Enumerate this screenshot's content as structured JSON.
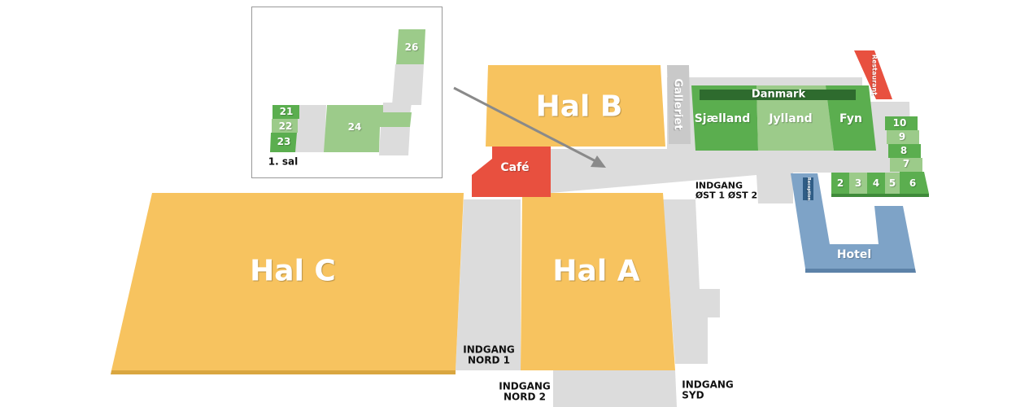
{
  "colors": {
    "hall": "#F7C35F",
    "hall_shadow": "#D9A640",
    "corridor": "#DCDCDC",
    "cafe": "#E8503F",
    "green": "#5BAE4F",
    "green_light": "#9CCB8A",
    "green_dark": "#2E6B2E",
    "hotel": "#7EA3C7",
    "reception": "#2F5D86",
    "arrow": "#8A8A8A"
  },
  "halls": {
    "hal_a": "Hal A",
    "hal_b": "Hal B",
    "hal_c": "Hal C"
  },
  "venues": {
    "cafe": "Café",
    "restaurant": "Restaurant",
    "galleriet": "Galleriet",
    "hotel": "Hotel",
    "reception": "Reception"
  },
  "danmark": {
    "title": "Danmark",
    "sjaelland": "Sjælland",
    "jylland": "Jylland",
    "fyn": "Fyn"
  },
  "rooms": [
    "2",
    "3",
    "4",
    "5",
    "6",
    "7",
    "8",
    "9",
    "10"
  ],
  "entrances": {
    "nord1": [
      "INDGANG",
      "NORD 1"
    ],
    "nord2": [
      "INDGANG",
      "NORD 2"
    ],
    "syd": [
      "INDGANG",
      "SYD"
    ],
    "oest": [
      "INDGANG",
      "ØST 1 ØST 2"
    ]
  },
  "inset": {
    "title": "1. sal",
    "rooms": [
      "21",
      "22",
      "23",
      "24",
      "26"
    ]
  }
}
